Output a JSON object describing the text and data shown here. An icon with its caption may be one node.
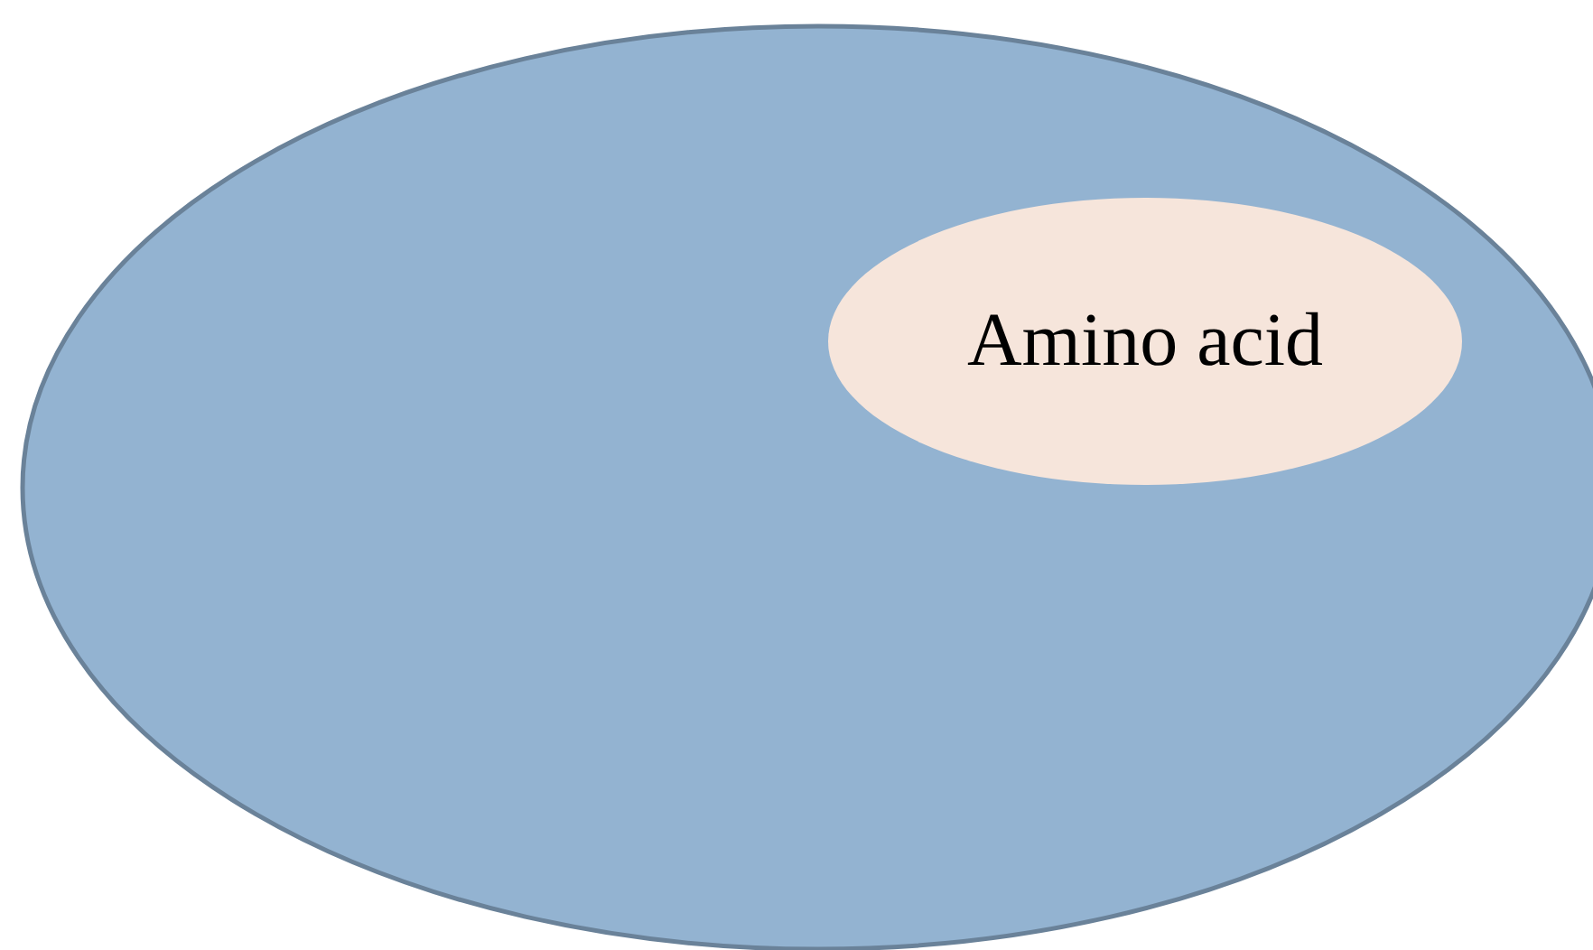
{
  "diagram": {
    "nodes": [
      {
        "text": [],
        "shape": "ellipse"
      },
      {
        "text": [
          "Amino acid"
        ],
        "in": 0
      }
    ]
  }
}
